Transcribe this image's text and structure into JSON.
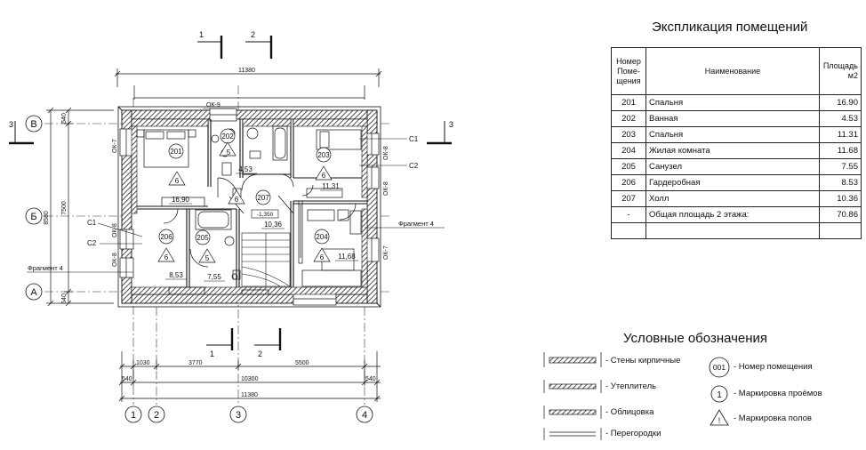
{
  "section_cuts": {
    "top_left": "1",
    "top_right": "2",
    "bottom_left": "1",
    "bottom_right": "2",
    "right_side": "3",
    "left_side": "3"
  },
  "dims": {
    "total_top": "11380",
    "total_bottom": "11380",
    "inner_bottom": "10300",
    "seg_540_left": "540",
    "seg_540_right": "540",
    "seg_1030": "1030",
    "seg_3770": "3770",
    "seg_5500": "5500",
    "left_8580": "8580",
    "left_7500": "7500",
    "left_540_top": "540",
    "left_540_bottom": "540"
  },
  "axes": {
    "B_cyr": "В",
    "Be_cyr": "Б",
    "A_cyr": "А",
    "n1": "1",
    "n2": "2",
    "n3": "3",
    "n4": "4"
  },
  "openings": {
    "ok9": "ОК-9",
    "ok7_left": "ОК-7",
    "ok8_left_1": "ОК-8",
    "ok8_left_2": "ОК-8",
    "ok8_right_1": "ОК-8",
    "ok8_right_2": "ОК-8",
    "ok7_right": "ОК-7"
  },
  "doors": {
    "c1_right": "С1",
    "c2_right": "С2",
    "c1_left": "С1",
    "c2_left": "С2"
  },
  "fragments": {
    "right": "Фрагмент 4",
    "left": "Фрагмент 4"
  },
  "rooms": {
    "r201": {
      "num": "201",
      "mark": "6",
      "area": "16,90"
    },
    "r202": {
      "num": "202",
      "mark": "5",
      "area": "4,53"
    },
    "r203": {
      "num": "203",
      "mark": "6",
      "area": "11,31"
    },
    "r204": {
      "num": "204",
      "mark": "6",
      "area": "11,68"
    },
    "r205": {
      "num": "205",
      "mark": "5",
      "area": "7,55"
    },
    "r206": {
      "num": "206",
      "mark": "6",
      "area": "8,53"
    },
    "r207": {
      "num": "207",
      "mark": "6",
      "area": "10,36",
      "level": "-1,350"
    }
  },
  "explication": {
    "title": "Экспликация помещений",
    "headers": {
      "num": "Номер Поме- щения",
      "name": "Наименование",
      "area": "Площадь м2"
    },
    "rows": [
      {
        "num": "201",
        "name": "Спальня",
        "area": "16.90"
      },
      {
        "num": "202",
        "name": " Ванная",
        "area": "4.53"
      },
      {
        "num": "203",
        "name": "Спальня",
        "area": "11.31"
      },
      {
        "num": "204",
        "name": "Жилая комната",
        "area": "11.68"
      },
      {
        "num": "205",
        "name": "Санузел",
        "area": "7.55"
      },
      {
        "num": "206",
        "name": "Гардеробная",
        "area": "8.53"
      },
      {
        "num": "207",
        "name": " Холл",
        "area": "10.36"
      },
      {
        "num": "-",
        "name": " Общая площадь 2 этажа:",
        "area": "70.86"
      },
      {
        "num": "",
        "name": "",
        "area": ""
      }
    ]
  },
  "legend": {
    "title": "Условные обозначения",
    "brick_walls": "- Стены кирпичные",
    "insulation": "- Утеплитель",
    "cladding": "- Облицовка",
    "partitions": "- Перегородки",
    "room_number_symbol": "001",
    "room_number": "- Номер помещения",
    "opening_mark_symbol": "1",
    "opening_mark": "- Маркировка проёмов",
    "floor_mark_symbol": "!",
    "floor_mark": "- Маркировка полов"
  }
}
